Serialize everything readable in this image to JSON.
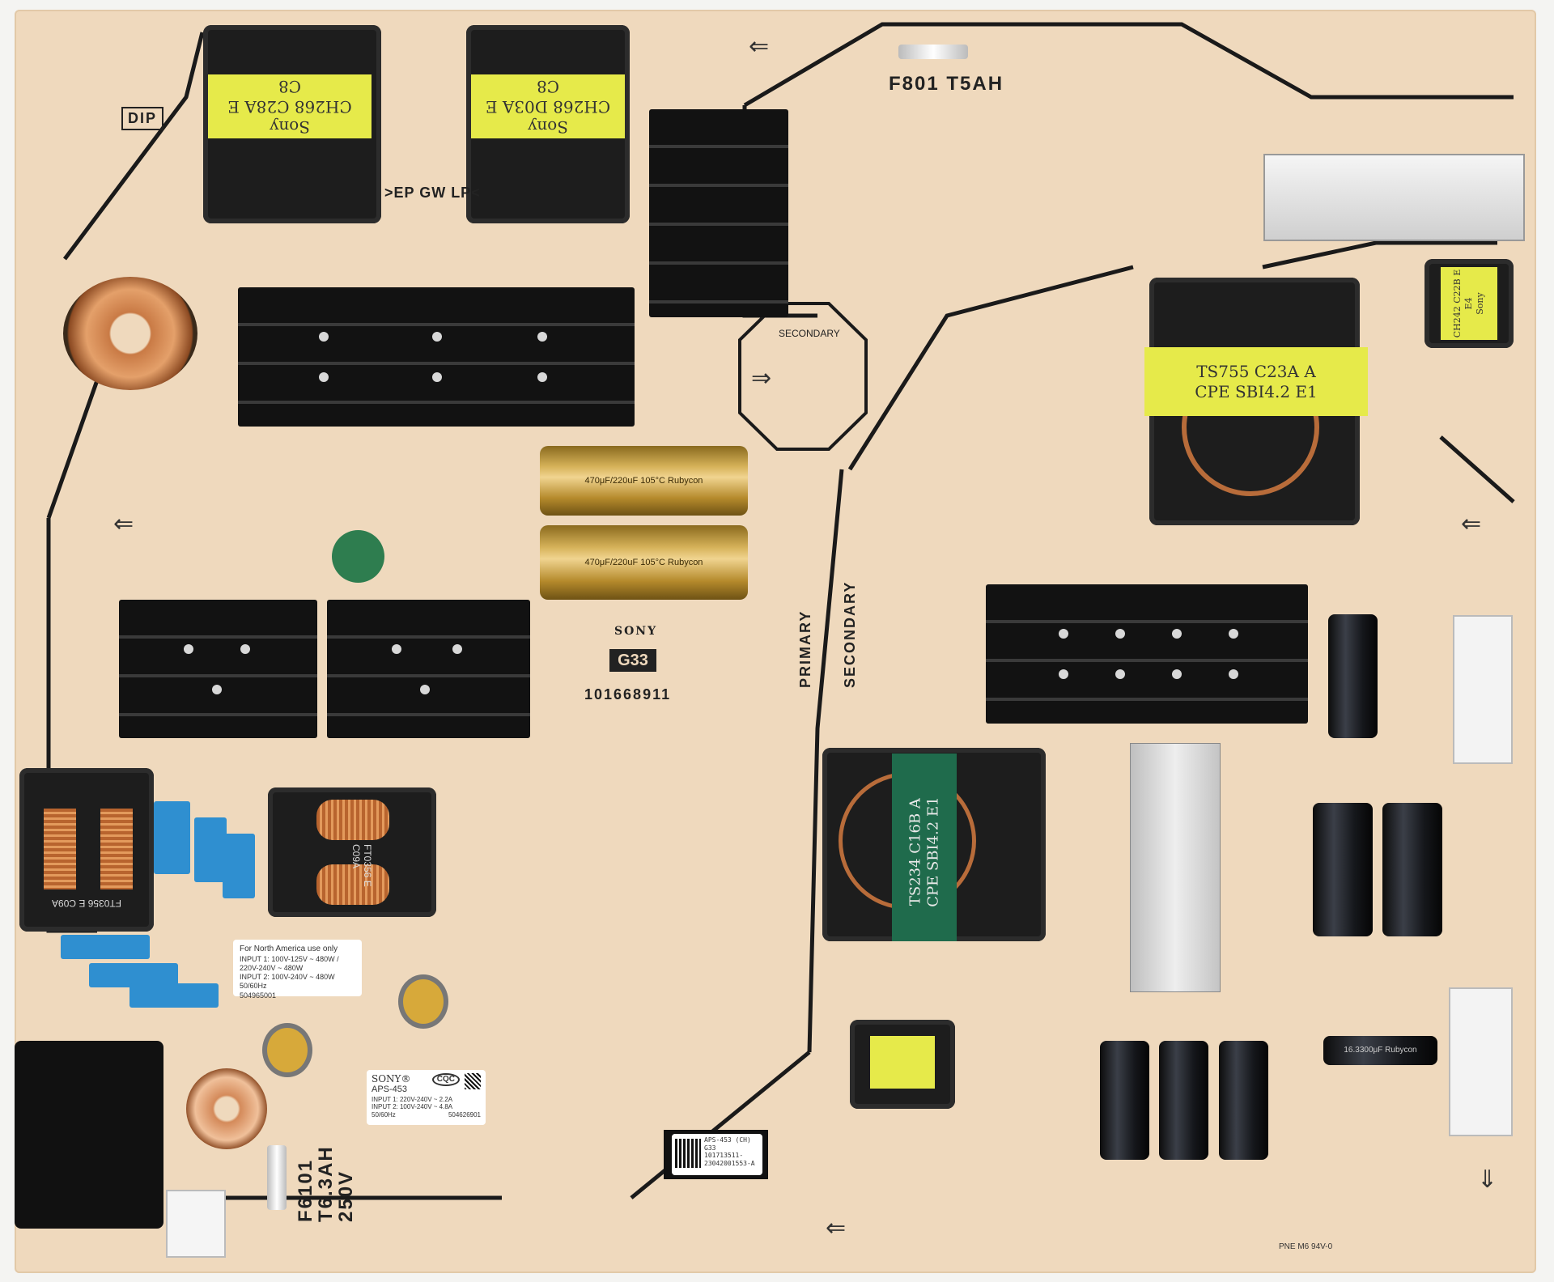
{
  "board": {
    "fuse_main": "F801 T5AH",
    "fuse_input": [
      "F6101",
      "T6.3AH",
      "250V"
    ],
    "brand": "SONY",
    "board_code": "G33",
    "part_number": "101668911",
    "primary_label": "PRIMARY",
    "secondary_label": "SECONDARY",
    "dip_label": "DIP",
    "epgwlp_label": ">EP GW LP<",
    "transformers": [
      {
        "lines": [
          "Sony",
          "CH268 C28A E",
          "C8"
        ]
      },
      {
        "lines": [
          "Sony",
          "CH268 D03A E",
          "C8"
        ]
      },
      {
        "lines": [
          "TS755 C23A A",
          "CPE SBI4.2 E1"
        ]
      },
      {
        "lines": [
          "TS234 C16B A",
          "CPE SBI4.2 E1"
        ]
      },
      {
        "lines": [
          "CH242 C22B E",
          "E4",
          "Sony"
        ]
      }
    ],
    "input_filter_label": "FT0356 E C09A",
    "mid_filter_label": "FT0356 E C09A",
    "capacitor_text": "470μF/220uF 105°C Rubycon",
    "small_cap_text": "16.3300μF Rubycon",
    "ul_mark": "PNE M6 94V-0"
  },
  "stickers": {
    "north_america": {
      "title": "For North America use only",
      "lines": [
        "INPUT 1: 100V-125V ~ 480W /",
        "220V-240V ~ 480W",
        "INPUT 2: 100V-240V ~ 480W",
        "50/60Hz"
      ],
      "code": "504965001"
    },
    "sony": {
      "brand": "SONY®",
      "model": "APS-453",
      "cert": "CQC",
      "lines": [
        "INPUT 1: 220V-240V ~ 2.2A",
        "INPUT 2: 100V-240V ~ 4.8A"
      ],
      "freq": "50/60Hz",
      "code": "504626901"
    },
    "serial": {
      "lines": [
        "APS-453 (CH)",
        "G33",
        "101713511-",
        "23042001553-A"
      ]
    }
  }
}
